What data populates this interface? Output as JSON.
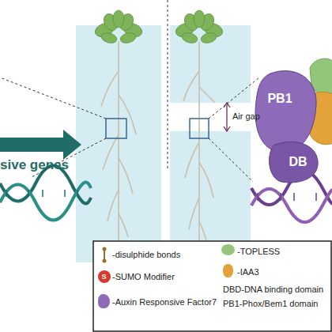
{
  "diagram": {
    "nodes": [
      {
        "text": [
          "PB1"
        ]
      },
      {
        "text": [
          "DB"
        ]
      }
    ],
    "labels": [
      "sive genes",
      "Air gap",
      "S"
    ],
    "legend": [
      {
        "text": "-disulphide bonds"
      },
      {
        "text": "-SUMO Modifier",
        "color": "#d7392f"
      },
      {
        "text": "-Auxin Responsive Factor7",
        "color": "#8e6bb8"
      },
      {
        "text": "-TOPLESS",
        "color": "#93c57a"
      },
      {
        "text": "-IAA3",
        "color": "#e3a23a"
      },
      {
        "text": "DBD-DNA binding domain"
      },
      {
        "text": "PB1-Phox/Bem1 domain"
      }
    ]
  }
}
